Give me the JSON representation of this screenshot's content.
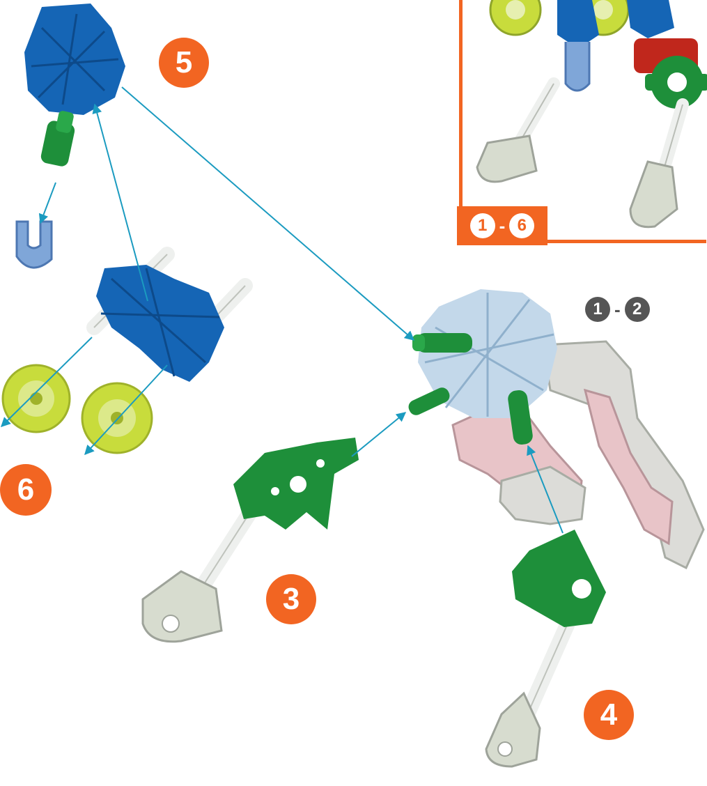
{
  "colors": {
    "accent_orange": "#f26522",
    "arrow_blue": "#1b9bc0",
    "part_blue": "#1565b5",
    "part_green": "#1e8f3a",
    "part_yellow_green": "#c8dc3c",
    "part_light_blue": "#7fa6d8",
    "part_ice": "#c3d8ea",
    "part_white": "#eef0ee",
    "part_grey": "#cfd4cc",
    "part_pink": "#e8c4c8",
    "part_red": "#c0271c",
    "label_grey": "#555555"
  },
  "steps": {
    "step5": "5",
    "step6": "6",
    "step3": "3",
    "step4": "4"
  },
  "inset": {
    "start": "1",
    "separator": "-",
    "end": "6"
  },
  "range": {
    "start": "1",
    "separator": "-",
    "end": "2"
  }
}
